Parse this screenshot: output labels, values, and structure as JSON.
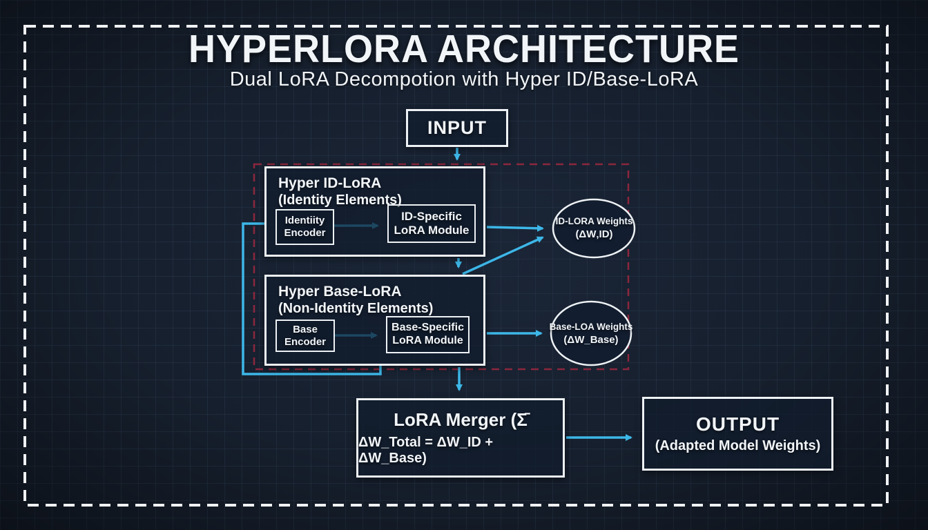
{
  "header": {
    "title": "HYPERLORA ARCHITECTURE",
    "subtitle": "Dual LoRA Decompotion with Hyper ID/Base-LoRA"
  },
  "input": {
    "label": "INPUT"
  },
  "hyper_id": {
    "title": "Hyper ID-LoRA",
    "subtitle": "(Identity Elements)",
    "encoder_line1": "Identiity",
    "encoder_line2": "Encoder",
    "module_line1": "ID-Specific",
    "module_line2": "LoRA Module"
  },
  "hyper_base": {
    "title": "Hyper Base-LoRA",
    "subtitle": "(Non-Identity Elements)",
    "encoder": "Base Encoder",
    "module_line1": "Base-Specific",
    "module_line2": "LoRA Module"
  },
  "id_weights": {
    "line1": "ID-LORA Weights",
    "line2": "(ΔW‚ID)"
  },
  "base_weights": {
    "line1": "Base-LOA Weights",
    "line2": "(ΔW_Base)"
  },
  "merger": {
    "line1": "LoRA Merger (Σ̄",
    "line2": "ΔW_Total = ΔW_ID + ΔW_Base)"
  },
  "output": {
    "line1": "OUTPUT",
    "line2": "(Adapted Model Weights)"
  },
  "colors": {
    "background": "#161f2d",
    "grid_line": "#2a3a52",
    "arrow": "#3db7e8",
    "box_border": "#eef2f5",
    "boundary_dashed": "#a02840"
  }
}
